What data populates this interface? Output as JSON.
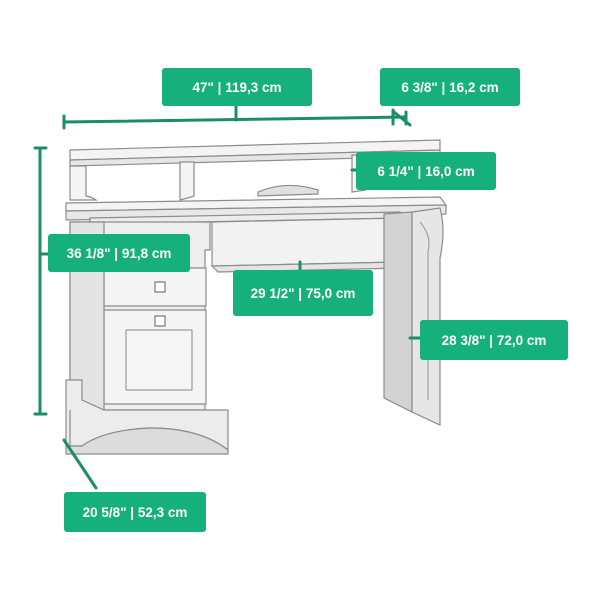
{
  "accent_color": "#16b07c",
  "line_color": "#1a8f63",
  "furniture_stroke": "#8c8c8c",
  "furniture_fill": "#f4f4f4",
  "furniture_shade": "#d9d9d9",
  "dimensions": {
    "overall_width": "47\" | 119,3 cm",
    "hutch_depth": "6 3/8\" | 16,2 cm",
    "hutch_height": "6 1/4\" | 16,0 cm",
    "overall_height": "36 1/8\" | 91,8 cm",
    "knee_height": "29 1/2\" | 75,0 cm",
    "desk_height": "28 3/8\" | 72,0 cm",
    "overall_depth": "20 5/8\" | 52,3 cm"
  }
}
